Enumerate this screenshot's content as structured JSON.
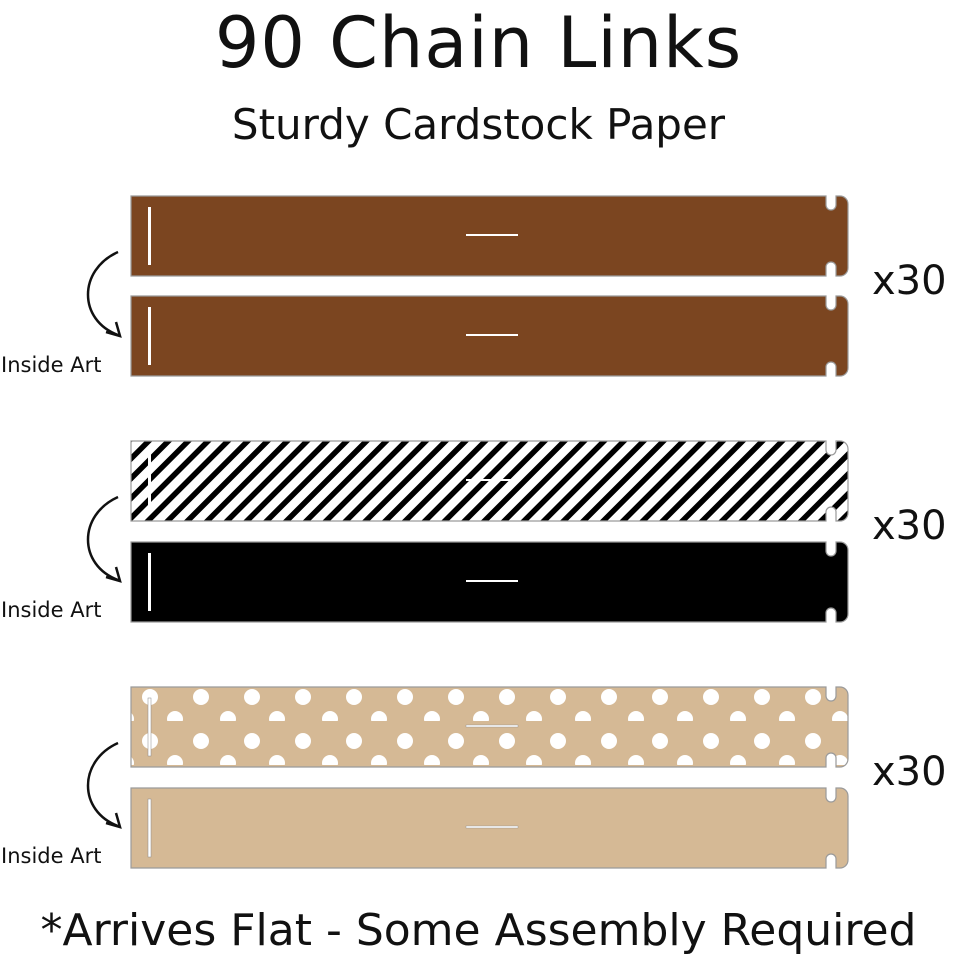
{
  "title": "90 Chain Links",
  "subtitle": "Sturdy Cardstock Paper",
  "footer": "*Arrives Flat - Some Assembly Required",
  "groups": [
    {
      "count": "x30",
      "inside_label": "Inside Art",
      "outside": "solid-brown",
      "inside": "solid-brown"
    },
    {
      "count": "x30",
      "inside_label": "Inside Art",
      "outside": "black-white-diagonal-stripes",
      "inside": "solid-black"
    },
    {
      "count": "x30",
      "inside_label": "Inside Art",
      "outside": "kraft-white-polka-dots",
      "inside": "solid-kraft"
    }
  ],
  "colors": {
    "brown": "#7b4520",
    "black": "#000000",
    "kraft": "#d5b995",
    "edge": "#9a9a9a"
  }
}
